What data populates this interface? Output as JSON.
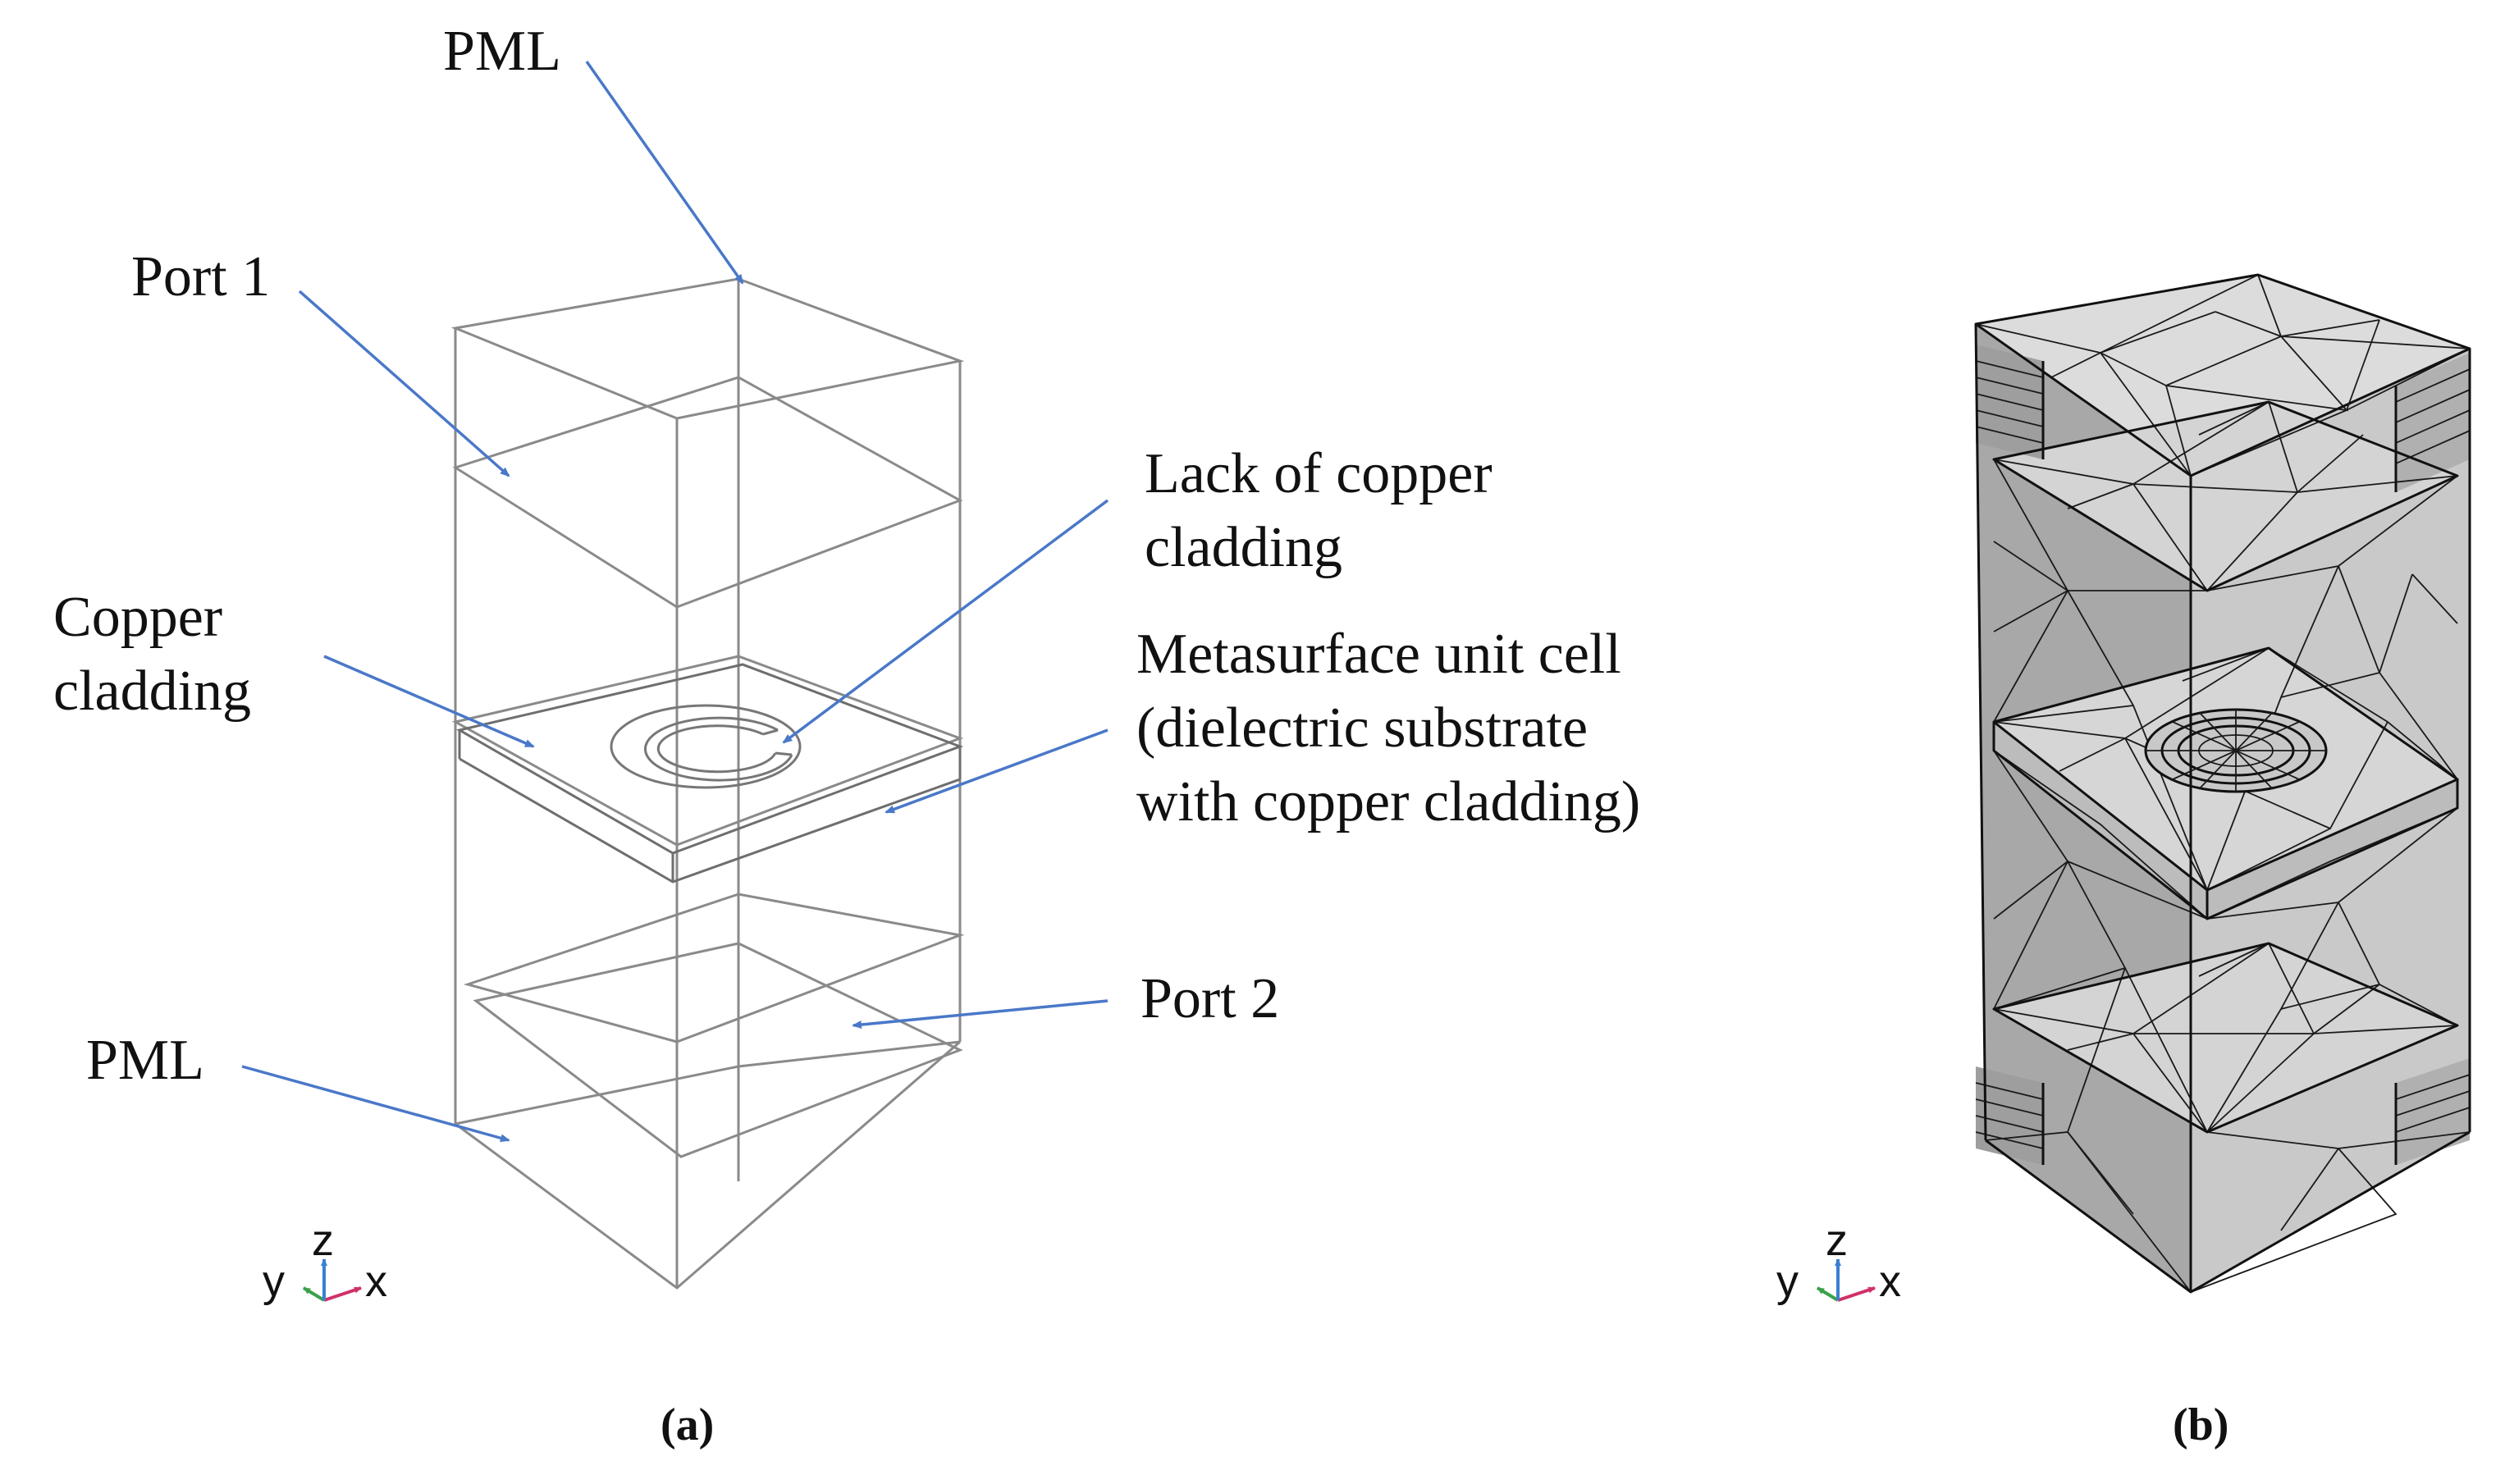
{
  "panel_a": {
    "labels": {
      "pml_top": "PML",
      "port1": "Port 1",
      "lack_line1": "Lack of copper",
      "lack_line2": "cladding",
      "copper_line1": "Copper",
      "copper_line2": "cladding",
      "meta_line1": "Metasurface unit cell",
      "meta_line2": "(dielectric substrate",
      "meta_line3": "with copper cladding)",
      "port2": "Port 2",
      "pml_bottom": "PML"
    },
    "caption": "(a)",
    "axes": {
      "y": "y",
      "z": "z",
      "x": "x"
    }
  },
  "panel_b": {
    "caption": "(b)",
    "axes": {
      "y": "y",
      "z": "z",
      "x": "x"
    }
  },
  "colors": {
    "arrow": "#4a78c8",
    "wireframe": "#8a8a8a",
    "mesh_light": "#d9d9d9",
    "mesh_mid": "#c4c4c4",
    "mesh_dark": "#9e9e9e",
    "axis_x": "#d0306a",
    "axis_y": "#3aa04a",
    "axis_z": "#3a7fd0"
  }
}
